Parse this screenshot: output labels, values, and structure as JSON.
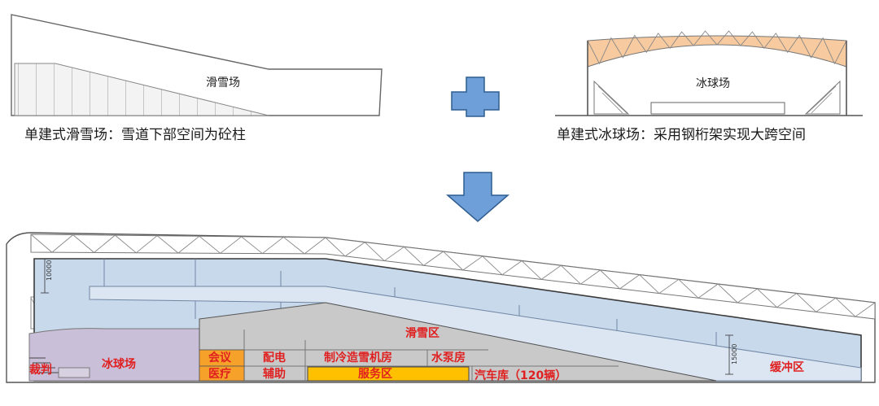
{
  "top_left": {
    "building_label": "滑雪场",
    "caption": "单建式滑雪场：雪道下部空间为砼柱"
  },
  "top_right": {
    "building_label": "冰球场",
    "caption": "单建式冰球场：采用钢桁架实现大跨空间"
  },
  "operators": {
    "plus": "plus-symbol",
    "arrow": "down-arrow"
  },
  "section": {
    "dim_left": "10000",
    "dim_right": "15000",
    "zones": {
      "ski": "滑雪区",
      "rink": "冰球场",
      "referee": "裁判",
      "meeting": "会议",
      "medical": "医疗",
      "power": "配电",
      "aux": "辅助",
      "refrig": "制冷造雪机房",
      "pump": "水泵房",
      "service": "服务区",
      "garage": "汽车库（120辆）",
      "buffer": "缓冲区"
    }
  },
  "colors": {
    "arrow_blue": "#6f9fd8",
    "ski_fill": "#c9d9ec",
    "rink_fill": "#c9bfd8",
    "orange_room": "#f6a12a",
    "service_yellow": "#ffc000",
    "label_red": "#e02020",
    "truss_orange": "#f7caa0"
  }
}
